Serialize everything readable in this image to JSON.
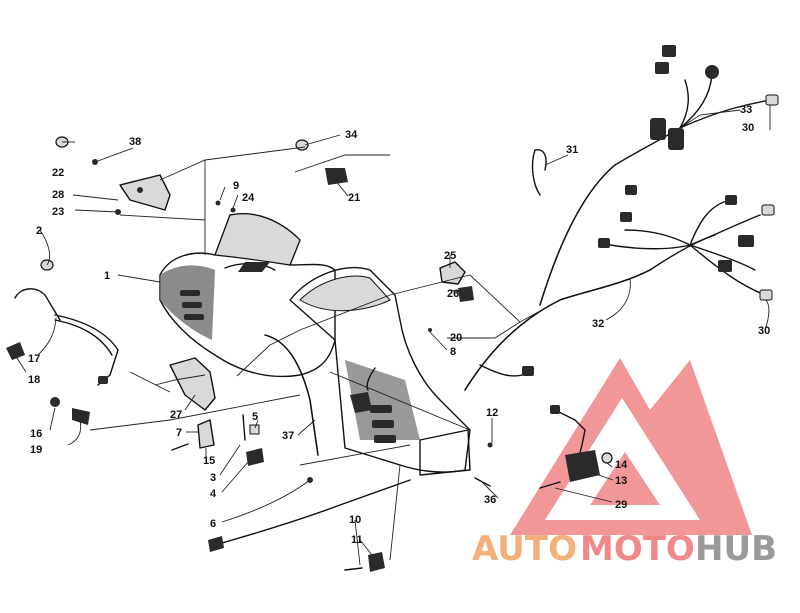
{
  "callouts": [
    {
      "id": "1",
      "label": "1"
    },
    {
      "id": "2",
      "label": "2"
    },
    {
      "id": "3",
      "label": "3"
    },
    {
      "id": "4",
      "label": "4"
    },
    {
      "id": "5",
      "label": "5"
    },
    {
      "id": "6",
      "label": "6"
    },
    {
      "id": "7",
      "label": "7"
    },
    {
      "id": "8",
      "label": "8"
    },
    {
      "id": "9",
      "label": "9"
    },
    {
      "id": "10",
      "label": "10"
    },
    {
      "id": "11",
      "label": "11"
    },
    {
      "id": "12",
      "label": "12"
    },
    {
      "id": "13",
      "label": "13"
    },
    {
      "id": "14",
      "label": "14"
    },
    {
      "id": "15",
      "label": "15"
    },
    {
      "id": "16",
      "label": "16"
    },
    {
      "id": "17",
      "label": "17"
    },
    {
      "id": "18",
      "label": "18"
    },
    {
      "id": "19",
      "label": "19"
    },
    {
      "id": "20",
      "label": "20"
    },
    {
      "id": "21",
      "label": "21"
    },
    {
      "id": "22",
      "label": "22"
    },
    {
      "id": "23",
      "label": "23"
    },
    {
      "id": "24",
      "label": "24"
    },
    {
      "id": "25",
      "label": "25"
    },
    {
      "id": "26",
      "label": "26"
    },
    {
      "id": "27",
      "label": "27"
    },
    {
      "id": "28",
      "label": "28"
    },
    {
      "id": "29",
      "label": "29"
    },
    {
      "id": "30a",
      "label": "30"
    },
    {
      "id": "30b",
      "label": "30"
    },
    {
      "id": "31",
      "label": "31"
    },
    {
      "id": "32",
      "label": "32"
    },
    {
      "id": "33",
      "label": "33"
    },
    {
      "id": "34",
      "label": "34"
    },
    {
      "id": "36",
      "label": "36"
    },
    {
      "id": "37",
      "label": "37"
    },
    {
      "id": "38",
      "label": "38"
    }
  ],
  "watermark": {
    "part1": "AUTO",
    "part2": "MOTO",
    "part3": "HUB",
    "color_auto": "#f2b07a",
    "color_moto": "#f08a8a",
    "color_hub": "#9a9a9a",
    "triangle_color": "#f08585"
  }
}
